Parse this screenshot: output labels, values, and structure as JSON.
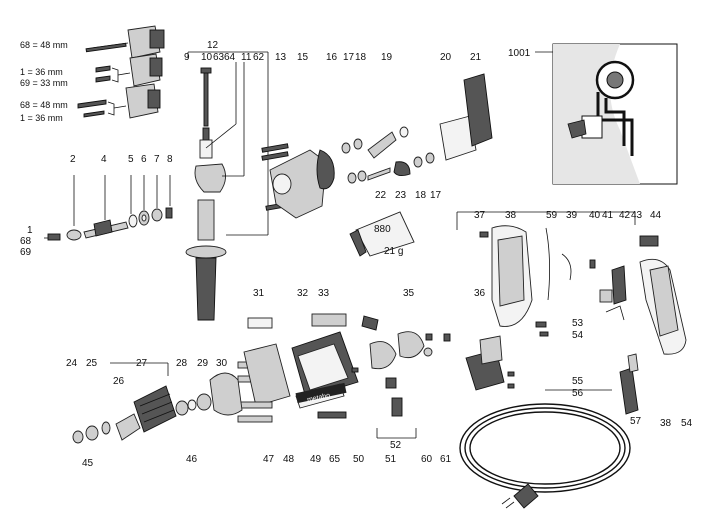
{
  "diagram": {
    "part_labels": [
      {
        "id": "1",
        "text": "1"
      },
      {
        "id": "68a",
        "text": "68"
      },
      {
        "id": "69a",
        "text": "69"
      },
      {
        "id": "2",
        "text": "2"
      },
      {
        "id": "4",
        "text": "4"
      },
      {
        "id": "5",
        "text": "5"
      },
      {
        "id": "6",
        "text": "6"
      },
      {
        "id": "7",
        "text": "7"
      },
      {
        "id": "8",
        "text": "8"
      },
      {
        "id": "9",
        "text": "9"
      },
      {
        "id": "10",
        "text": "10"
      },
      {
        "id": "63",
        "text": "63"
      },
      {
        "id": "64",
        "text": "64"
      },
      {
        "id": "11",
        "text": "11"
      },
      {
        "id": "62",
        "text": "62"
      },
      {
        "id": "12",
        "text": "12"
      },
      {
        "id": "13",
        "text": "13"
      },
      {
        "id": "15",
        "text": "15"
      },
      {
        "id": "16",
        "text": "16"
      },
      {
        "id": "17a",
        "text": "17"
      },
      {
        "id": "18a",
        "text": "18"
      },
      {
        "id": "19",
        "text": "19"
      },
      {
        "id": "20",
        "text": "20"
      },
      {
        "id": "21",
        "text": "21"
      },
      {
        "id": "22",
        "text": "22"
      },
      {
        "id": "23",
        "text": "23"
      },
      {
        "id": "18b",
        "text": "18"
      },
      {
        "id": "17b",
        "text": "17"
      },
      {
        "id": "1001",
        "text": "1001"
      },
      {
        "id": "880",
        "text": "880"
      },
      {
        "id": "21g",
        "text": "21 g"
      },
      {
        "id": "37",
        "text": "37"
      },
      {
        "id": "38a",
        "text": "38"
      },
      {
        "id": "59",
        "text": "59"
      },
      {
        "id": "39",
        "text": "39"
      },
      {
        "id": "40",
        "text": "40"
      },
      {
        "id": "41",
        "text": "41"
      },
      {
        "id": "42",
        "text": "42"
      },
      {
        "id": "43",
        "text": "43"
      },
      {
        "id": "44",
        "text": "44"
      },
      {
        "id": "31",
        "text": "31"
      },
      {
        "id": "32",
        "text": "32"
      },
      {
        "id": "33",
        "text": "33"
      },
      {
        "id": "35",
        "text": "35"
      },
      {
        "id": "36",
        "text": "36"
      },
      {
        "id": "53",
        "text": "53"
      },
      {
        "id": "54a",
        "text": "54"
      },
      {
        "id": "24",
        "text": "24"
      },
      {
        "id": "25",
        "text": "25"
      },
      {
        "id": "27",
        "text": "27"
      },
      {
        "id": "26",
        "text": "26"
      },
      {
        "id": "28",
        "text": "28"
      },
      {
        "id": "29",
        "text": "29"
      },
      {
        "id": "30",
        "text": "30"
      },
      {
        "id": "55a",
        "text": "55"
      },
      {
        "id": "56",
        "text": "56"
      },
      {
        "id": "45",
        "text": "45"
      },
      {
        "id": "46",
        "text": "46"
      },
      {
        "id": "47",
        "text": "47"
      },
      {
        "id": "48",
        "text": "48"
      },
      {
        "id": "49",
        "text": "49"
      },
      {
        "id": "65",
        "text": "65"
      },
      {
        "id": "50",
        "text": "50"
      },
      {
        "id": "51",
        "text": "51"
      },
      {
        "id": "52",
        "text": "52"
      },
      {
        "id": "60",
        "text": "60"
      },
      {
        "id": "61",
        "text": "61"
      },
      {
        "id": "57",
        "text": "57"
      },
      {
        "id": "38b",
        "text": "38"
      },
      {
        "id": "54b",
        "text": "54"
      }
    ],
    "chuck_notes": [
      {
        "id": "n1",
        "text": "68 = 48 mm"
      },
      {
        "id": "n2",
        "text": "1 = 36 mm"
      },
      {
        "id": "n3",
        "text": "69 = 33 mm"
      },
      {
        "id": "n4",
        "text": "68 = 48 mm"
      },
      {
        "id": "n5",
        "text": "1 = 36 mm"
      }
    ],
    "brand_plate": "metabo"
  }
}
